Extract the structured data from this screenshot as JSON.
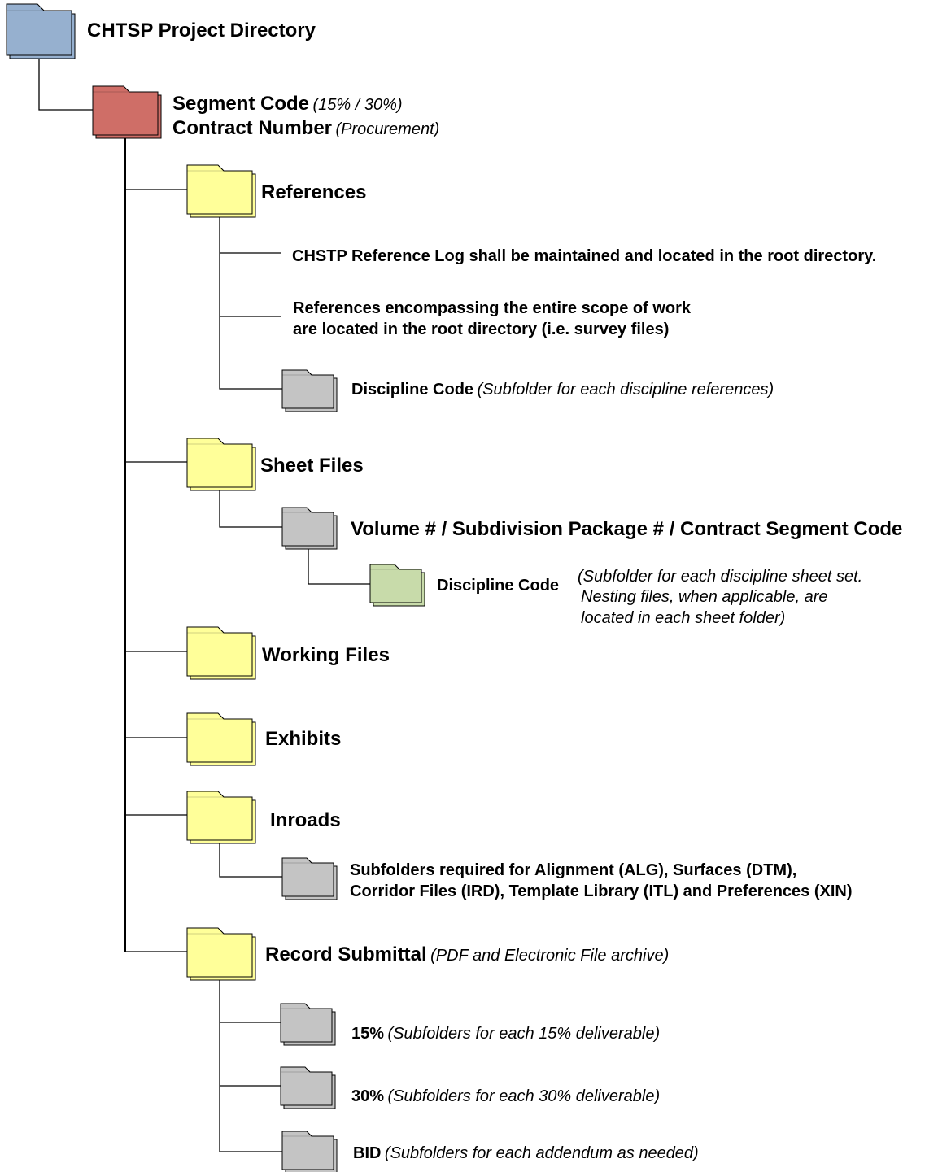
{
  "colors": {
    "root": "#96B0CF",
    "segment": "#CF6E67",
    "primary": "#FFFF99",
    "secondary": "#C4C4C4",
    "tertiary": "#C8DBAA",
    "line": "#000000"
  },
  "nodes": {
    "root": {
      "title": "CHTSP Project Directory"
    },
    "segment": {
      "line1": "Segment Code",
      "line1_note": "(15% / 30%)",
      "line2": "Contract Number",
      "line2_note": "(Procurement)"
    },
    "references": {
      "title": "References",
      "note_log": "CHSTP Reference Log shall be maintained and located in the root directory.",
      "note_scope_1": "References encompassing the entire scope of work",
      "note_scope_2": "are located in the root directory (i.e. survey files)",
      "discipline_label": "Discipline Code",
      "discipline_note": "(Subfolder for each discipline references)"
    },
    "sheet_files": {
      "title": "Sheet Files",
      "volume_label": "Volume # / Subdivision Package # / Contract Segment Code",
      "discipline_label": "Discipline Code",
      "discipline_note_1": "(Subfolder for each discipline sheet set.",
      "discipline_note_2": "Nesting files, when applicable, are",
      "discipline_note_3": "located in each sheet folder)"
    },
    "working_files": {
      "title": "Working Files"
    },
    "exhibits": {
      "title": "Exhibits"
    },
    "inroads": {
      "title": "Inroads",
      "sub_line1": "Subfolders required for Alignment (ALG), Surfaces (DTM),",
      "sub_line2": "Corridor Files (IRD), Template Library (ITL) and Preferences (XIN)"
    },
    "record_submittal": {
      "title": "Record Submittal",
      "note": "(PDF and Electronic File archive)",
      "sub_15_label": "15%",
      "sub_15_note": "(Subfolders for each 15% deliverable)",
      "sub_30_label": "30%",
      "sub_30_note": "(Subfolders for each 30% deliverable)",
      "sub_bid_label": "BID",
      "sub_bid_note": "(Subfolders for each addendum as needed)"
    }
  }
}
